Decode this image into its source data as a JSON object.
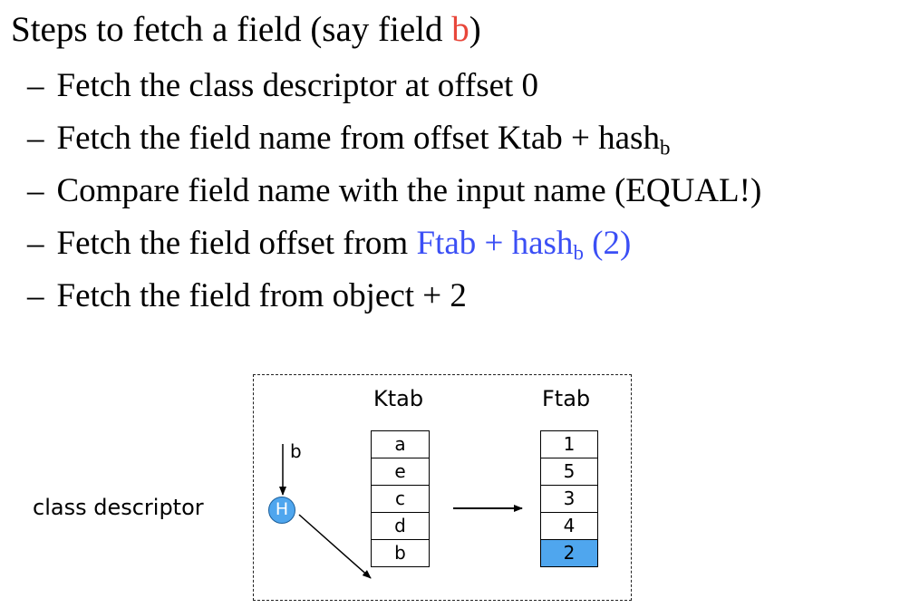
{
  "title": {
    "prefix": "Steps to fetch a field (say field ",
    "field": "b",
    "suffix": ")"
  },
  "bullets": [
    {
      "dash": "–",
      "text": "Fetch the class descriptor at offset 0"
    },
    {
      "dash": "–",
      "text": "Fetch the field name from offset Ktab + hash",
      "sub": "b"
    },
    {
      "dash": "–",
      "text": "Compare field name with the input name (EQUAL!)"
    },
    {
      "dash": "–",
      "text": "Fetch the field offset from ",
      "blue_text": "Ftab + hash",
      "blue_sub": "b",
      "blue_suffix": " (2)"
    },
    {
      "dash": "–",
      "text": "Fetch the field from object + 2"
    }
  ],
  "diagram": {
    "class_label": "class descriptor",
    "input_label": "b",
    "hash_label": "H",
    "ktab": {
      "header": "Ktab",
      "cells": [
        "a",
        "e",
        "c",
        "d",
        "b"
      ]
    },
    "ftab": {
      "header": "Ftab",
      "cells": [
        "1",
        "5",
        "3",
        "4",
        "2"
      ],
      "highlight_cell_index": 4
    },
    "colors": {
      "highlight": "#4fa6ee",
      "red": "#e8463a",
      "blue": "#3b4ff5"
    }
  }
}
